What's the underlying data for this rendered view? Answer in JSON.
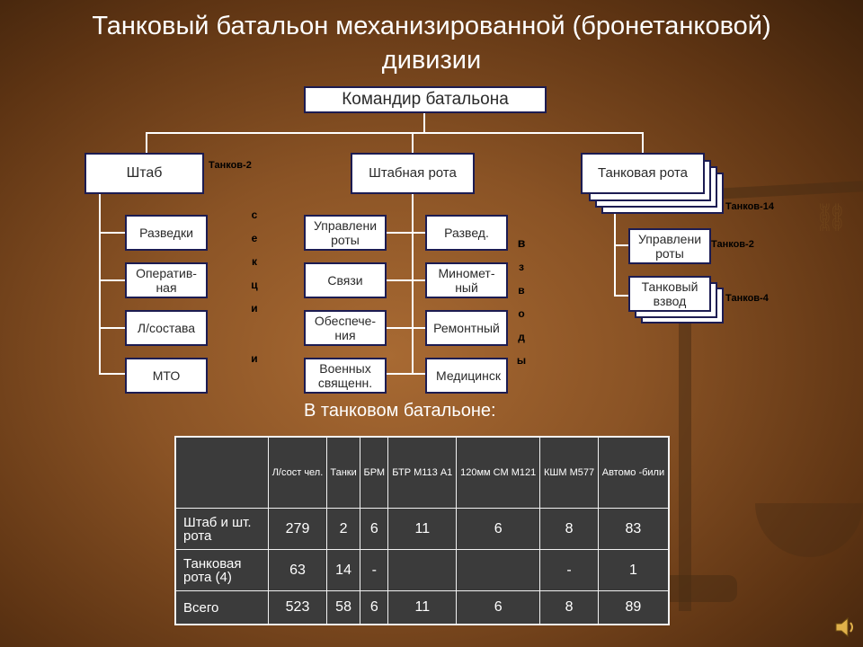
{
  "title_line1": "Танковый батальон механизированной (бронетанковой)",
  "title_line2": "дивизии",
  "commander": "Командир батальона",
  "hq": {
    "label": "Штаб",
    "tanks": "Танков-2",
    "sections_letters": [
      "с",
      "е",
      "к",
      "ц",
      "и",
      "и"
    ],
    "items": [
      "Разведки",
      "Оператив-ная",
      "Л/состава",
      "МТО"
    ]
  },
  "hq_company": {
    "label": "Штабная рота",
    "left": [
      "Управлени роты",
      "Связи",
      "Обеспече-ния",
      "Военных священн."
    ],
    "right": [
      "Развед.",
      "Миномет-ный",
      "Ремонтный",
      "Медицинск"
    ],
    "platoons_letters": [
      "в",
      "з",
      "в",
      "о",
      "д",
      "ы"
    ]
  },
  "tank_company": {
    "label": "Танковая рота",
    "count": "Танков-14",
    "mgmt": "Управлени роты",
    "mgmt_tanks": "Танков-2",
    "platoon": "Танковый взвод",
    "platoon_tanks": "Танков-4"
  },
  "table_title": "В танковом батальоне:",
  "table": {
    "headers": [
      "Л/сост чел.",
      "Танки",
      "БРМ",
      "БТР М113 А1",
      "120мм СМ М121",
      "КШМ М577",
      "Автомо -били"
    ],
    "rows": [
      {
        "label": "Штаб и шт. рота",
        "values": [
          "279",
          "2",
          "6",
          "11",
          "6",
          "8",
          "83"
        ]
      },
      {
        "label": "Танковая рота  (4)",
        "values": [
          "63",
          "14",
          "-",
          "",
          "",
          "-",
          "1"
        ]
      },
      {
        "label": "Всего",
        "values": [
          "523",
          "58",
          "6",
          "11",
          "6",
          "8",
          "89"
        ]
      }
    ]
  },
  "icons": {
    "speaker": "speaker-icon"
  }
}
